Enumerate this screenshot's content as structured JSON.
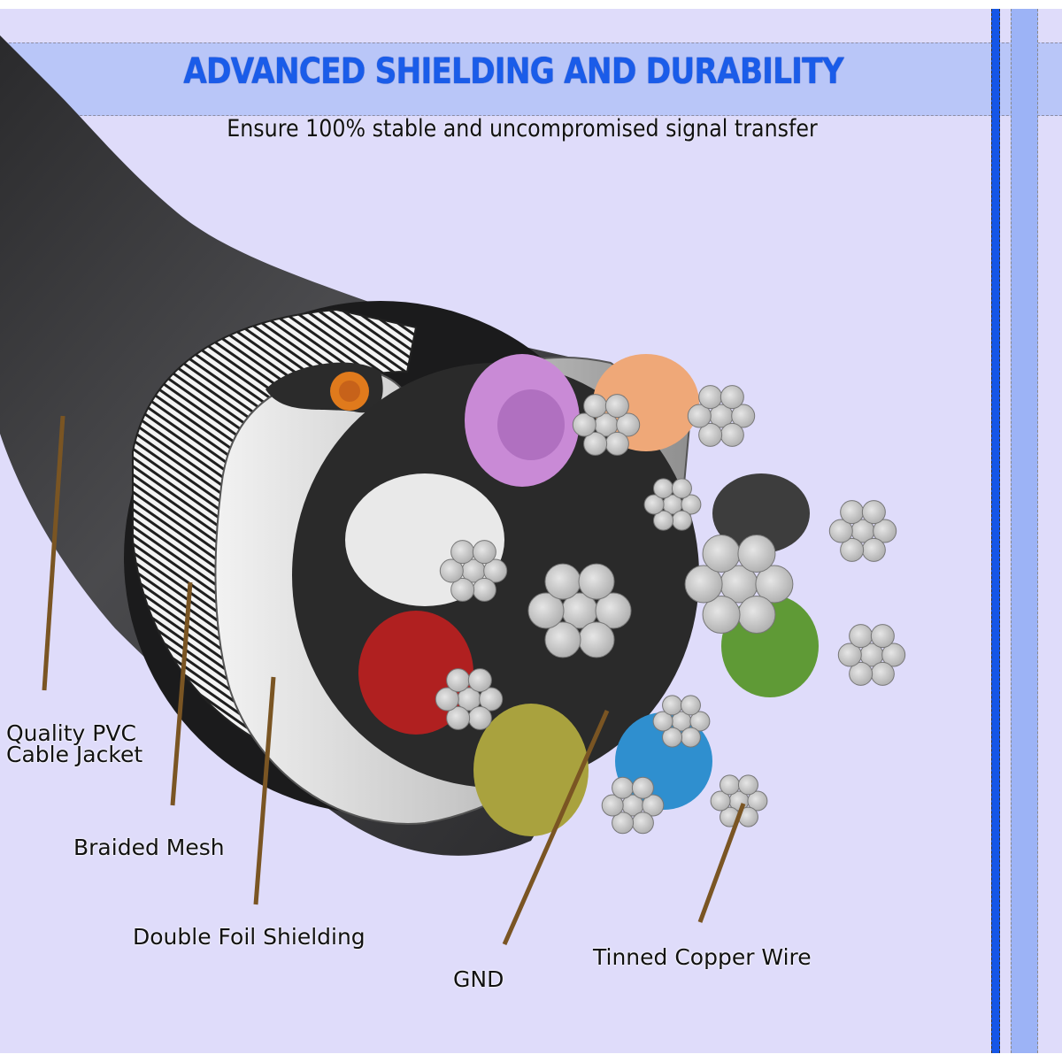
{
  "header": {
    "title": "ADVANCED SHIELDING AND DURABILITY",
    "subtitle": "Ensure 100% stable and uncompromised signal transfer"
  },
  "colors": {
    "background": "#dfdcfa",
    "title_band": "#b9c6f8",
    "title_text": "#1a5ce9",
    "accent_strip_dark": "#1556e8",
    "accent_strip_light": "#9cb3f6",
    "cable_jacket": "#3a3a3c",
    "leader_line": "#7a5523",
    "wire_colors": [
      "#c98ad6",
      "#efa878",
      "#b02020",
      "#6f9a3a",
      "#a9a23e",
      "#2f8fcf",
      "#e07a1c"
    ]
  },
  "illustration": {
    "subject": "cross-section of shielded cable",
    "icon": "cable-cutaway-icon"
  },
  "labels": {
    "pvc_line1": "Quality PVC",
    "pvc_line2": "Cable Jacket",
    "braided": "Braided Mesh",
    "foil": "Double Foil Shielding",
    "gnd": "GND",
    "tinned": "Tinned Copper Wire"
  }
}
